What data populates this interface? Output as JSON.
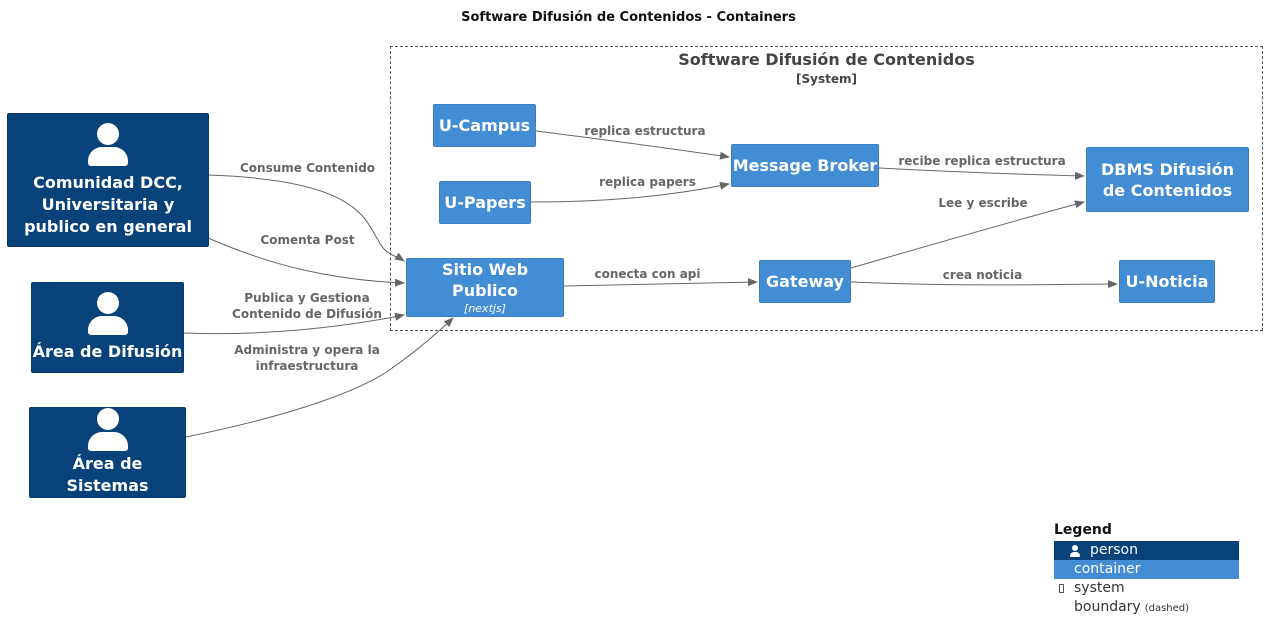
{
  "title": "Software Difusión de Contenidos - Containers",
  "boundary": {
    "title": "Software Difusión de Contenidos",
    "type": "[System]"
  },
  "persons": {
    "comunidad": "Comunidad DCC, Universitaria y publico en general",
    "difusion": "Área de Difusión",
    "sistemas": "Área de Sistemas"
  },
  "containers": {
    "ucampus": "U-Campus",
    "upapers": "U-Papers",
    "broker": "Message Broker",
    "dbms": "DBMS Difusión de Contenidos",
    "sitio": "Sitio Web Publico",
    "sitio_tech": "[nextjs]",
    "gateway": "Gateway",
    "unoticia": "U-Noticia"
  },
  "relations": {
    "consume": "Consume Contenido",
    "comenta": "Comenta Post",
    "publica_1": "Publica y Gestiona",
    "publica_2": "Contenido de Difusión",
    "administra_1": "Administra y opera la",
    "administra_2": "infraestructura",
    "replica_estructura": "replica estructura",
    "replica_papers": "replica papers",
    "recibe": "recibe replica estructura",
    "lee": "Lee y escribe",
    "conecta": "conecta con api",
    "crea": "crea noticia"
  },
  "legend": {
    "title": "Legend",
    "person": "person",
    "container": "container",
    "boundary": "system boundary",
    "boundary_note": "(dashed)"
  },
  "colors": {
    "person": "#08427b",
    "container": "#438dd5",
    "edge": "#666666"
  },
  "icons": [
    "person-icon"
  ]
}
